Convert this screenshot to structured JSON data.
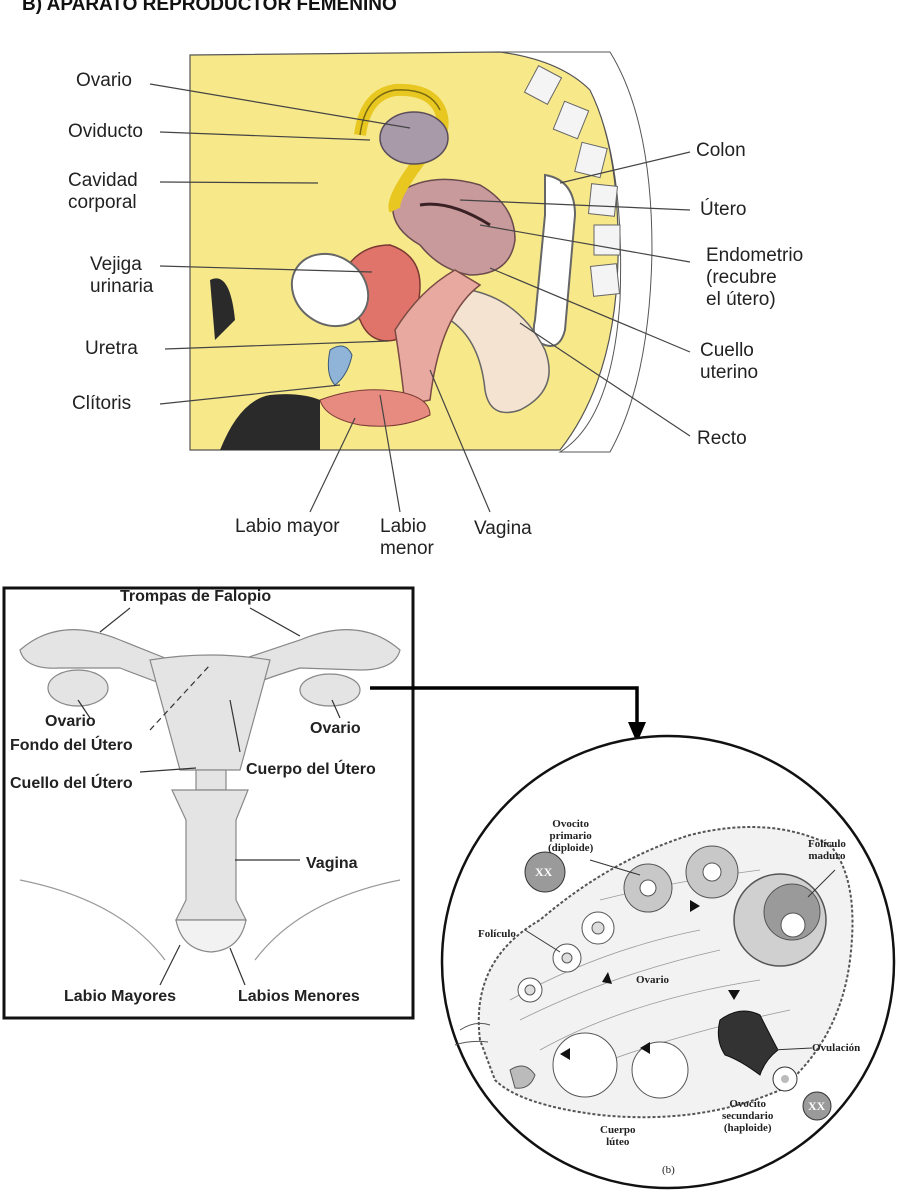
{
  "title": "B)  APARATO REPRODUCTOR FEMENINO",
  "sagittal": {
    "labels": {
      "ovario": "Ovario",
      "oviducto": "Oviducto",
      "cavidad": "Cavidad\ncorporal",
      "vejiga": "Vejiga\nurinaria",
      "uretra": "Uretra",
      "clitoris": "Clítoris",
      "labio_mayor": "Labio mayor",
      "labio_menor": "Labio\nmenor",
      "vagina": "Vagina",
      "colon": "Colon",
      "utero": "Útero",
      "endometrio": "Endometrio\n(recubre\nel útero)",
      "cuello": "Cuello\nuterino",
      "recto": "Recto"
    }
  },
  "frontal": {
    "labels": {
      "trompas": "Trompas de Falopio",
      "ovario_izq": "Ovario",
      "fondo": "Fondo del Útero",
      "ovario_der": "Ovario",
      "cuerpo": "Cuerpo del Útero",
      "cuello": "Cuello del Útero",
      "vagina": "Vagina",
      "labio_mayores": "Labio Mayores",
      "labios_menores": "Labios Menores"
    }
  },
  "ovary": {
    "labels": {
      "ovocito_primario": "Ovocito\nprimario\n(diploide)",
      "foliculo_maduro": "Folículo\nmaduro",
      "foliculo": "Folículo",
      "ovario": "Ovario",
      "ovulacion": "Ovulación",
      "ovocito_secundario": "Ovocito\nsecundario\n(haploide)",
      "cuerpo_luteo": "Cuerpo\nlúteo",
      "panel": "(b)",
      "xx": "XX"
    }
  },
  "colors": {
    "body_yellow": "#f7e88a",
    "tissue_pink": "#e8a9a0",
    "uterus_mauve": "#c99a9c",
    "bladder_red": "#e0746a",
    "oviduct_yellow": "#e8c820",
    "ovary_purple": "#a89aa8",
    "clitoris_blue": "#8fb4d8",
    "line_gray": "#444444"
  }
}
